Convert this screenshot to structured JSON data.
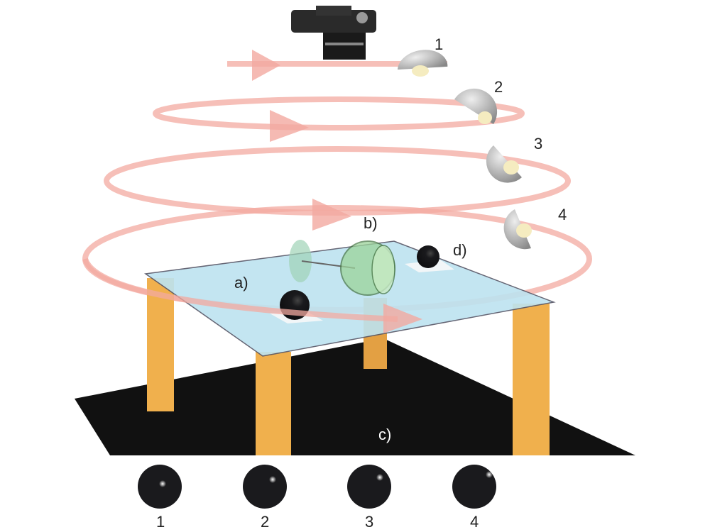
{
  "diagram": {
    "positions": [
      "1",
      "2",
      "3",
      "4"
    ],
    "labels": {
      "a": "a)",
      "b": "b)",
      "c": "c)",
      "d": "d)"
    },
    "sphere_labels": [
      "1",
      "2",
      "3",
      "4"
    ]
  },
  "colors": {
    "ring": "#f3a9a0",
    "glass": "#bde3f0",
    "leg": "#f0b04d",
    "floor": "#111111"
  }
}
